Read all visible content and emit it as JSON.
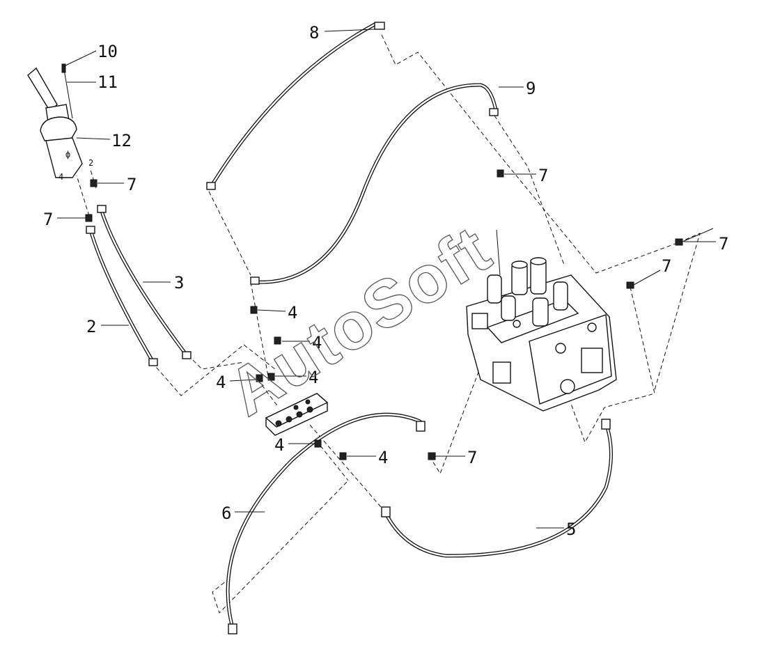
{
  "watermark": "AutoSoft",
  "callouts": {
    "c2": "2",
    "c3": "3",
    "c4a": "4",
    "c4b": "4",
    "c4c": "4",
    "c4d": "4",
    "c4e": "4",
    "c4f": "4",
    "c5": "5",
    "c6": "6",
    "c7a": "7",
    "c7b": "7",
    "c7c": "7",
    "c7d": "7",
    "c7e": "7",
    "c7f": "7",
    "c8": "8",
    "c9": "9",
    "c10": "10",
    "c11": "11",
    "c12": "12"
  },
  "port_marks": {
    "p4": "4",
    "p2": "2"
  }
}
